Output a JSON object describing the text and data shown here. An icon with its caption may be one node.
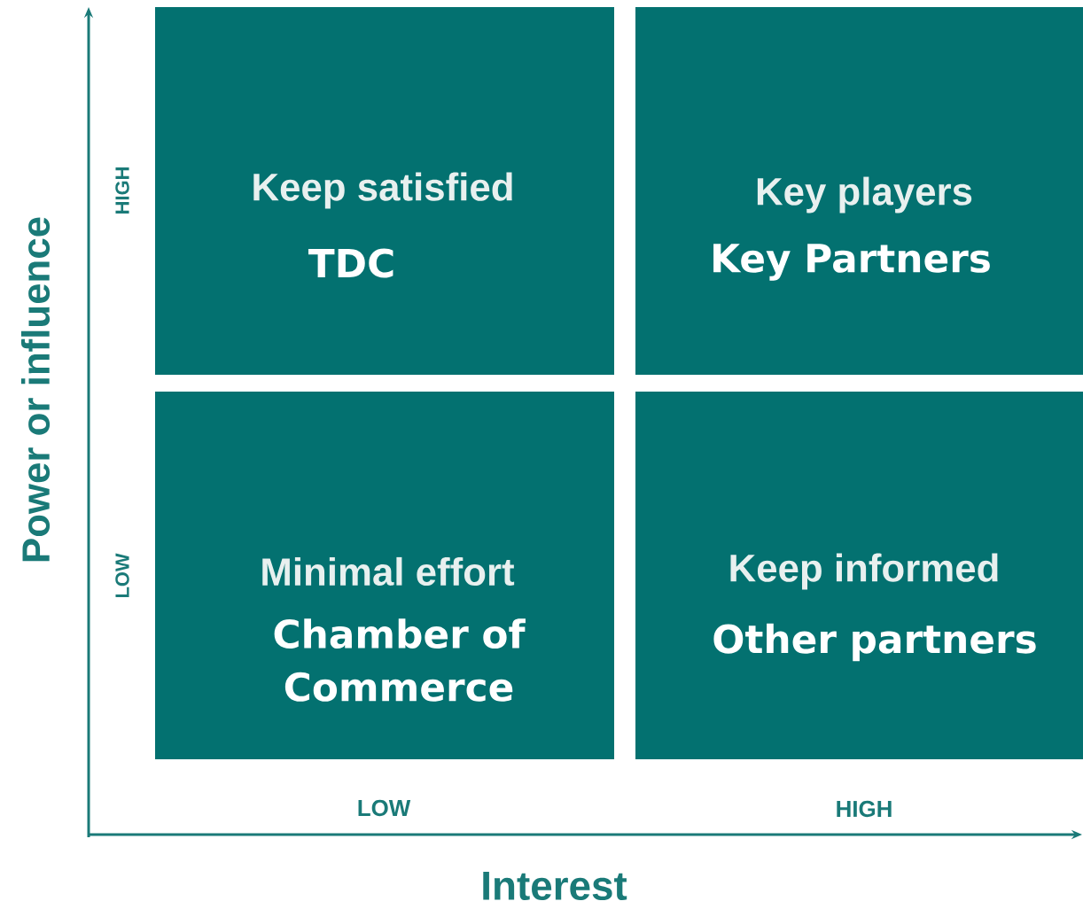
{
  "diagram": {
    "nodes": [
      {
        "text": [
          "Keep satisfied",
          "TDC"
        ]
      },
      {
        "text": [
          "Key players",
          "Key Partners"
        ]
      },
      {
        "text": [
          "Minimal effort",
          "Chamber of Commerce"
        ]
      },
      {
        "text": [
          "Keep informed",
          "Other partners"
        ]
      }
    ],
    "labels": [
      "Power or influence",
      "HIGH",
      "LOW",
      "LOW",
      "HIGH",
      "Interest"
    ]
  }
}
